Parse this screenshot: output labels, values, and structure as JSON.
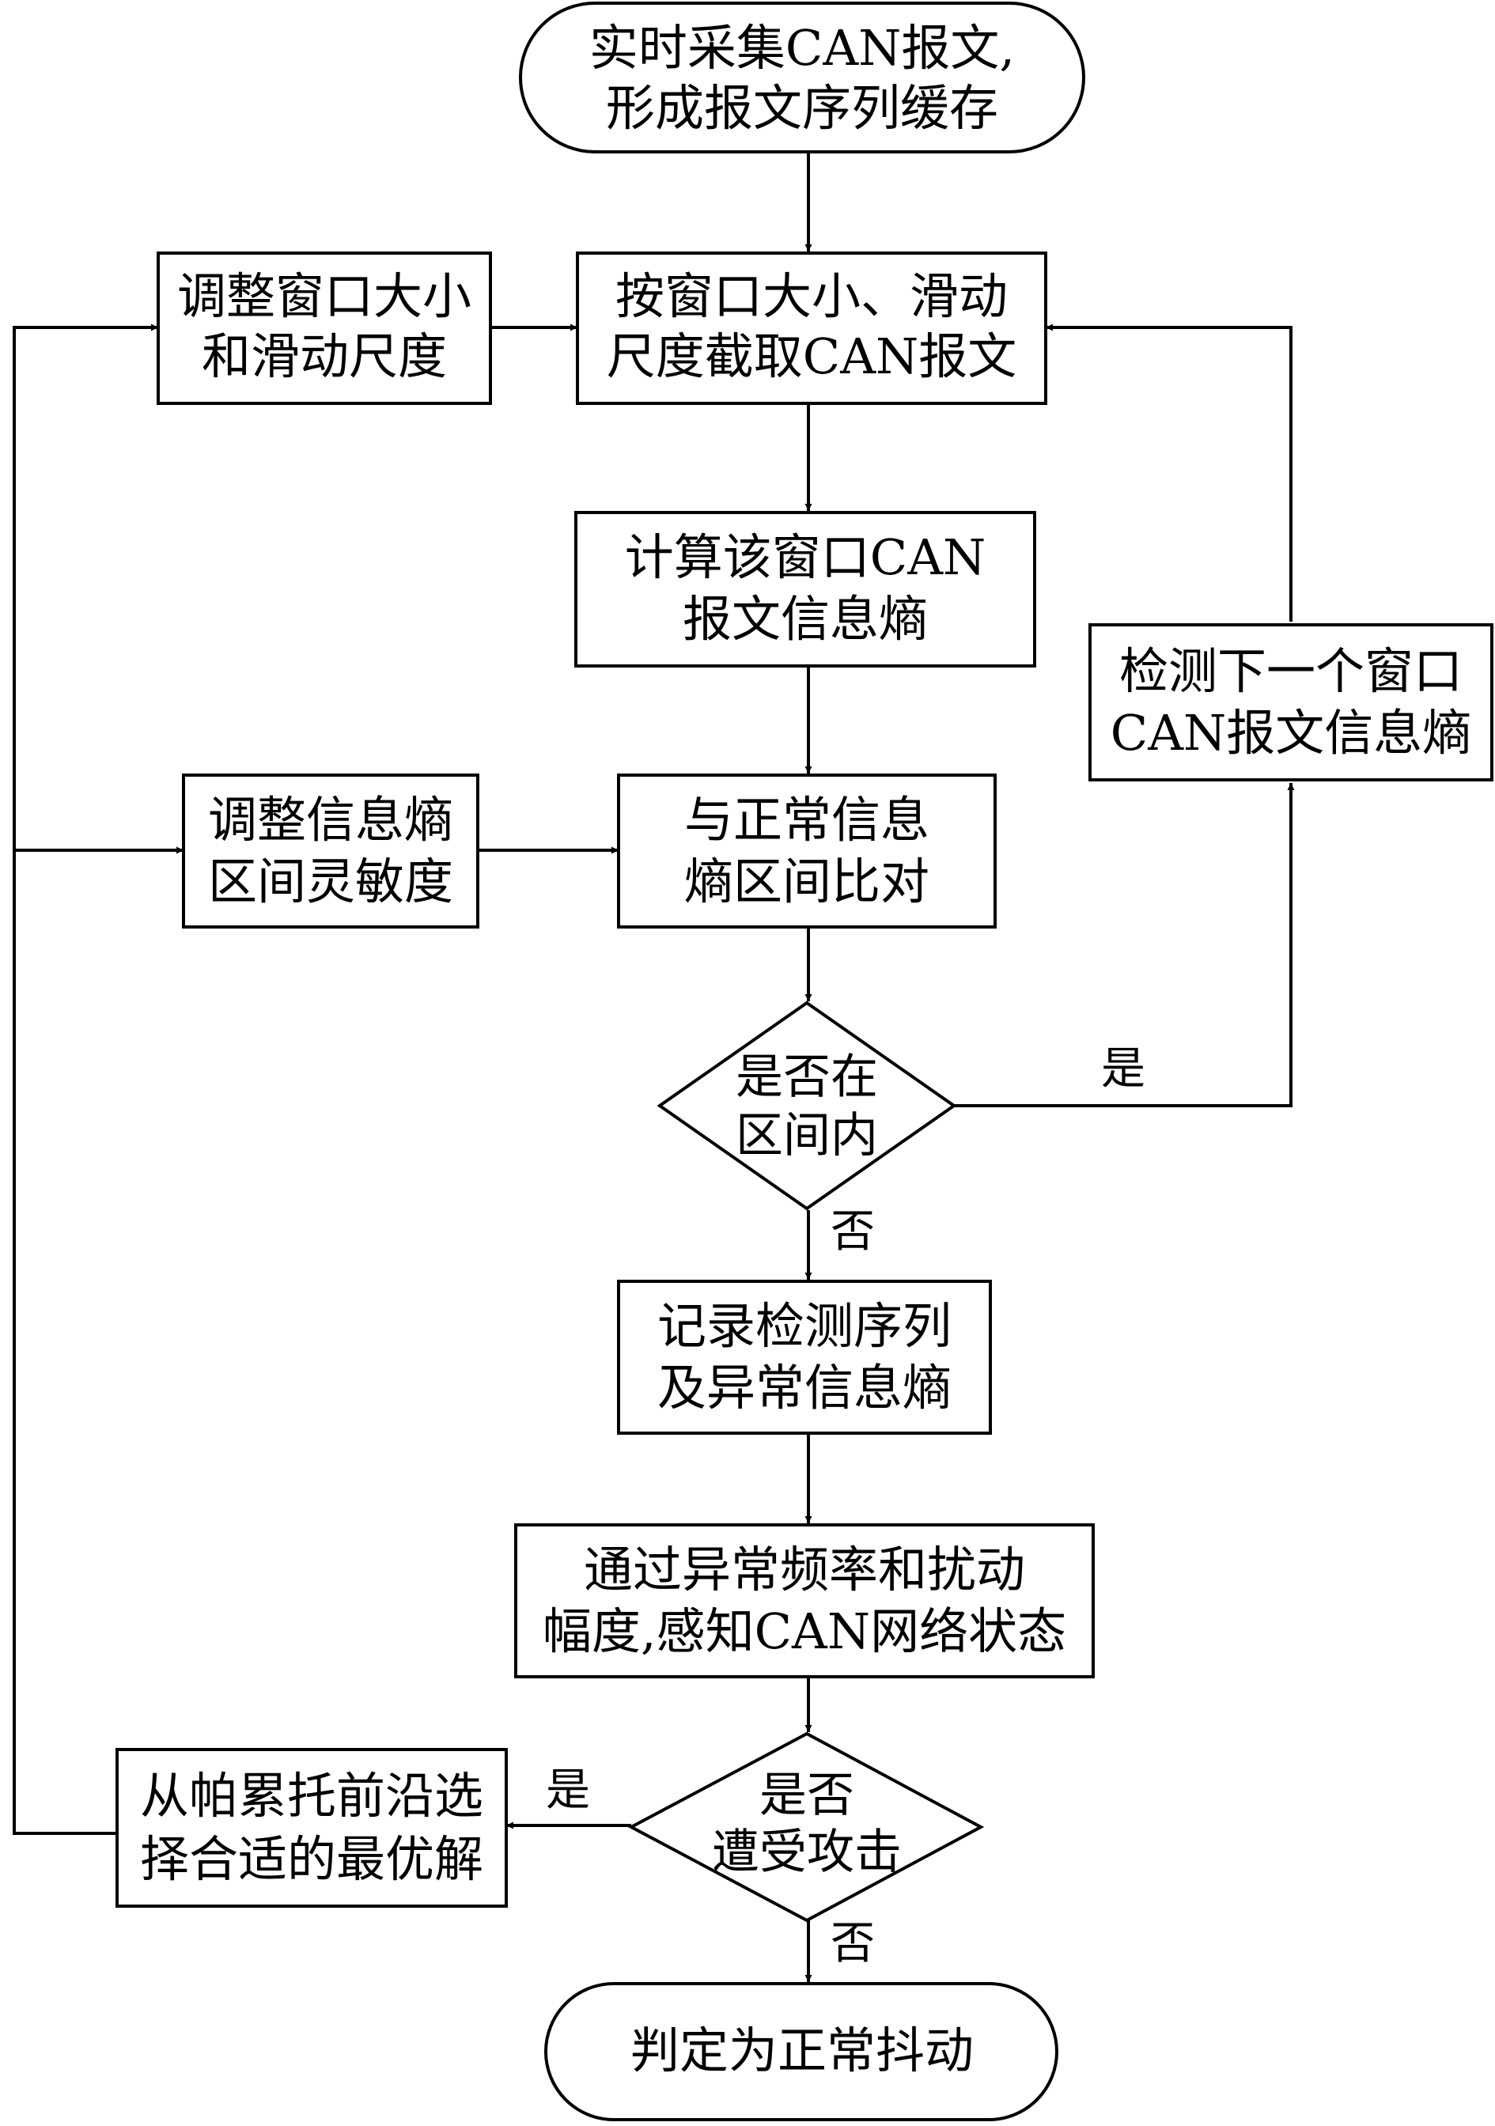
{
  "nodes": {
    "start": [
      "实时采集CAN报文,",
      "形成报文序列缓存"
    ],
    "truncate": [
      "按窗口大小、滑动",
      "尺度截取CAN报文"
    ],
    "adjust_window": [
      "调整窗口大小",
      "和滑动尺度"
    ],
    "compute_entropy": [
      "计算该窗口CAN",
      "报文信息熵"
    ],
    "next_window": [
      "检测下一个窗口",
      "CAN报文信息熵"
    ],
    "adjust_sensitivity": [
      "调整信息熵",
      "区间灵敏度"
    ],
    "compare": [
      "与正常信息",
      "熵区间比对"
    ],
    "in_range": [
      "是否在",
      "区间内"
    ],
    "record": [
      "记录检测序列",
      "及异常信息熵"
    ],
    "perceive": [
      "通过异常频率和扰动",
      "幅度,感知CAN网络状态"
    ],
    "attacked": [
      "是否",
      "遭受攻击"
    ],
    "pareto": [
      "从帕累托前沿选",
      "择合适的最优解"
    ],
    "end": [
      "判定为正常抖动"
    ]
  },
  "edge_labels": {
    "in_range_yes": "是",
    "in_range_no": "否",
    "attacked_yes": "是",
    "attacked_no": "否"
  }
}
